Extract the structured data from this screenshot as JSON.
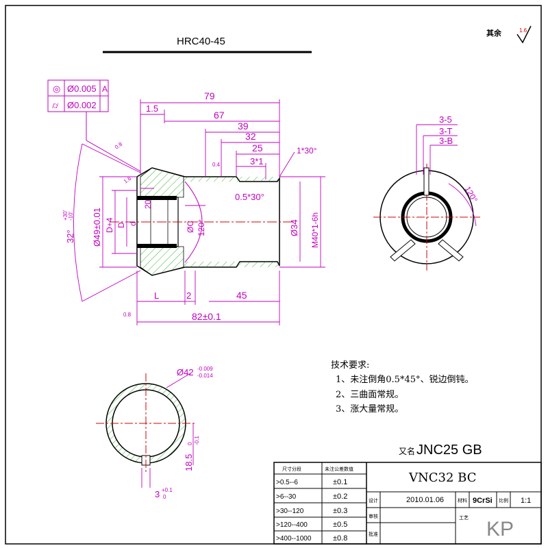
{
  "title": {
    "hardness": "HRC40-45",
    "surface_note": "其余",
    "roughness": "1.6"
  },
  "tolerance_frame": {
    "row1": {
      "symbol": "◎",
      "value": "Ø0.005",
      "datum": "A"
    },
    "row2": {
      "symbol": "⌭",
      "value": "Ø0.002"
    }
  },
  "dimensions": {
    "d79": "79",
    "d1_5": "1.5",
    "d67": "67",
    "d39": "39",
    "d32": "32",
    "d25": "25",
    "d3x1": "3*1",
    "chamfer_right": "1*30°",
    "chamfer_inner": "0.5*30°",
    "d20": "20",
    "phiC": "ØC",
    "angle120": "120°",
    "phi34": "Ø34",
    "m40": "M40*1-6h",
    "angle32": "32°",
    "angle32_upper": "+30'",
    "angle32_lower": "-10'",
    "phi49": "Ø49±0.01",
    "dplus4": "D+4",
    "d_D": "D",
    "d_d": "d",
    "d_L": "L",
    "d2": "2",
    "d45": "45",
    "d82": "82±0.1",
    "roughness_labels": [
      "0.8",
      "1.6",
      "0.4",
      "0.8"
    ]
  },
  "end_view": {
    "slot1": "3-5",
    "slot2": "3-T",
    "slot3": "3-B",
    "angle": "120°"
  },
  "ring_view": {
    "phi42": "Ø42",
    "phi42_upper": "-0.009",
    "phi42_lower": "-0.014",
    "d18_5": "18.5",
    "d18_5_upper": "0",
    "d18_5_lower": "-0.1",
    "slot": "3",
    "slot_upper": "+0.1",
    "slot_lower": "0"
  },
  "notes": {
    "heading": "技术要求:",
    "items": [
      "1、未注倒角0.5*45°、锐边倒钝。",
      "2、三曲面常规。",
      "3、涨大量常规。"
    ]
  },
  "title_block": {
    "alt_name_prefix": "又名",
    "alt_name": "JNC25  GB",
    "part_name": "VNC32  BC",
    "size_header": "尺寸分段",
    "tol_header": "未注公差数值",
    "ranges": [
      ">0.5--6",
      ">6--30",
      ">30--120",
      ">120--400",
      ">400--1000"
    ],
    "tolerances": [
      "±0.1",
      "±0.2",
      "±0.3",
      "±0.5",
      "±0.8"
    ],
    "label_design": "设计",
    "date": "2010.01.06",
    "label_material": "材料",
    "material": "9CrSi",
    "label_scale": "比例",
    "scale": "1:1",
    "label_check": "审核",
    "label_approve": "批准",
    "label_process": "工艺",
    "logo": "KP"
  }
}
